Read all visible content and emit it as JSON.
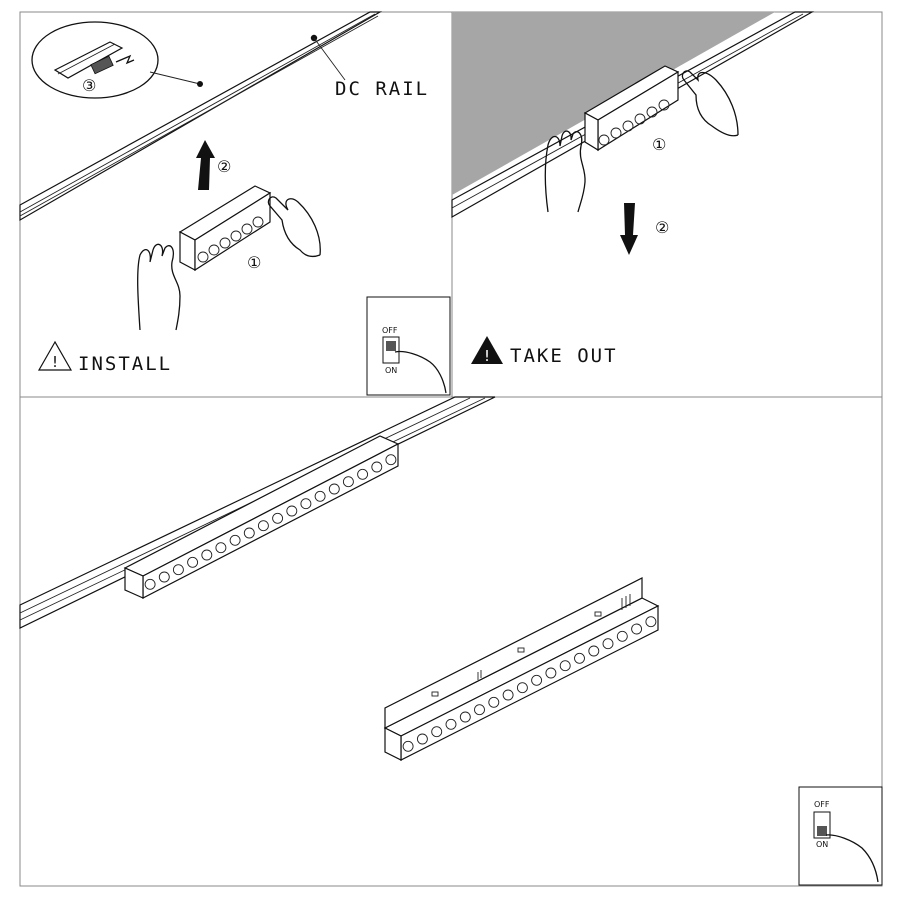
{
  "panels": {
    "install": {
      "rail_label": "DC RAIL",
      "step_1": "①",
      "step_2": "②",
      "step_3": "③",
      "title": "INSTALL",
      "switch": {
        "off_label": "OFF",
        "on_label": "ON"
      }
    },
    "take_out": {
      "step_1": "①",
      "step_2": "②",
      "title": "TAKE OUT"
    },
    "bottom": {
      "switch": {
        "off_label": "OFF",
        "on_label": "ON"
      }
    }
  },
  "colors": {
    "line": "#111111",
    "ceiling_shade": "#a6a6a6",
    "background": "#ffffff"
  }
}
